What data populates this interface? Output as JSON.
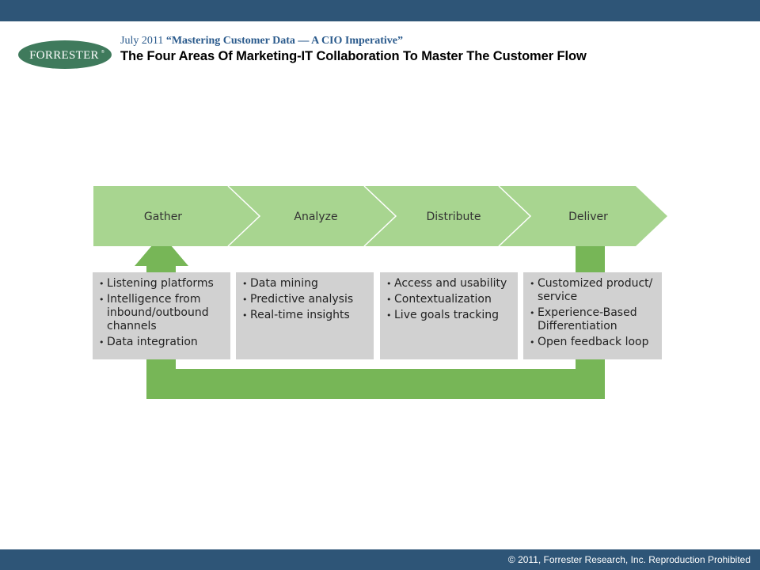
{
  "header": {
    "logo_text": "FORRESTER",
    "report_date": "July 2011",
    "report_title": "“Mastering Customer Data — A CIO Imperative”",
    "slide_title": "The Four Areas Of Marketing-IT Collaboration To Master The Customer Flow"
  },
  "diagram": {
    "stages": [
      {
        "label": "Gather",
        "bullets": [
          "Listening platforms",
          "Intelligence from inbound/outbound channels",
          "Data integration"
        ]
      },
      {
        "label": "Analyze",
        "bullets": [
          "Data mining",
          "Predictive analysis",
          "Real-time insights"
        ]
      },
      {
        "label": "Distribute",
        "bullets": [
          "Access and usability",
          "Contextualization",
          "Live goals tracking"
        ]
      },
      {
        "label": "Deliver",
        "bullets": [
          "Customized product/ service",
          "Experience-Based Differentiation",
          "Open feedback loop"
        ]
      }
    ],
    "colors": {
      "arrow_fill": "#a8d590",
      "loop_green": "#77b657",
      "box_fill": "#d1d1d1",
      "bar_blue": "#2e5577"
    }
  },
  "footer": {
    "copyright": "© 2011, Forrester Research, Inc. Reproduction Prohibited"
  }
}
